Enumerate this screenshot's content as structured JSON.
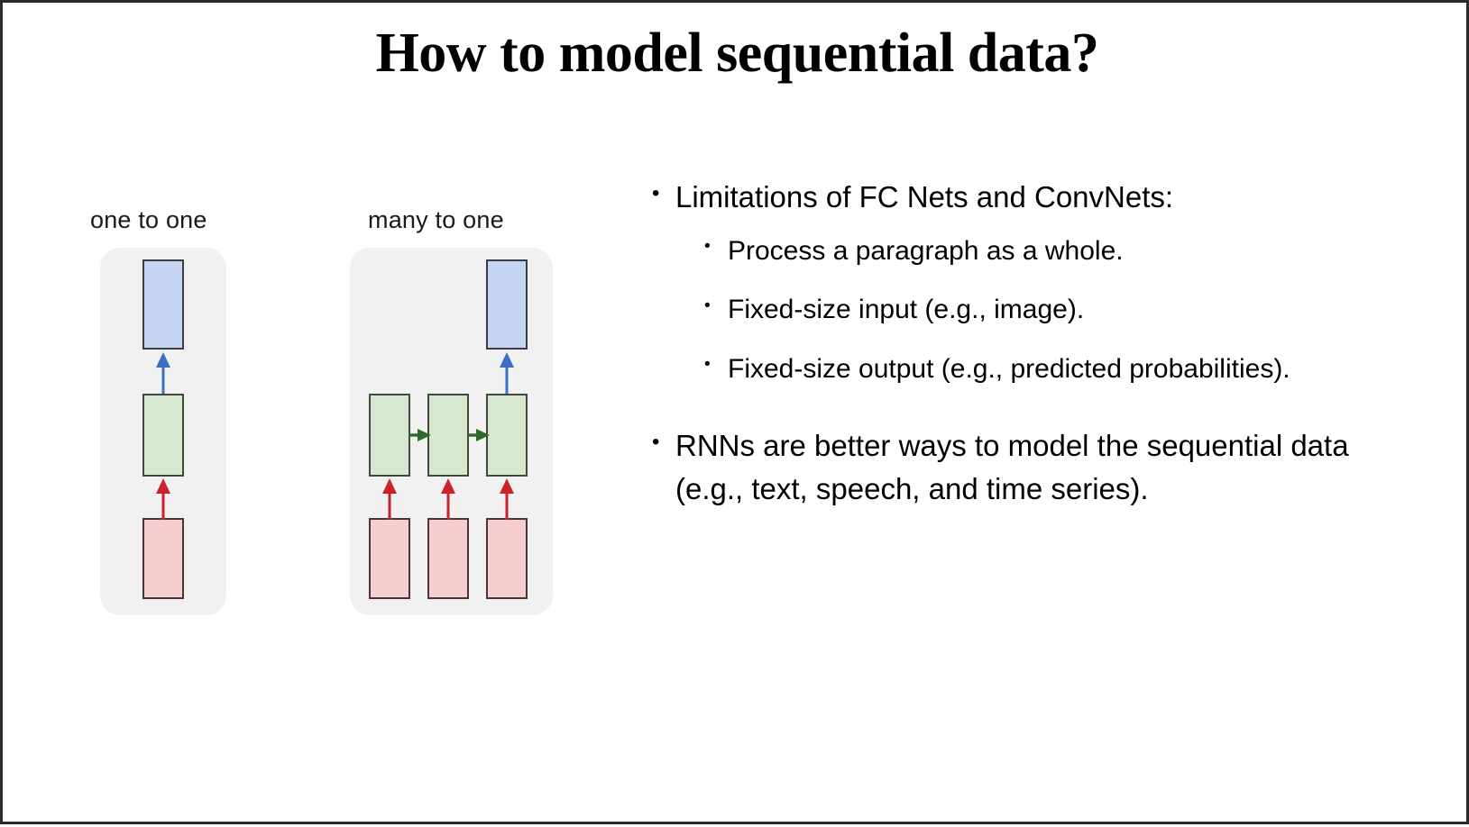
{
  "slide": {
    "title": "How to model sequential data?",
    "frame_color": "#2b2b2b",
    "background": "#ffffff"
  },
  "diagram": {
    "panels": [
      {
        "label": "one to one",
        "nodes": {
          "output": 1,
          "hidden": 1,
          "input": 1
        },
        "colors": {
          "output": "#c6d6f2",
          "hidden": "#d8e8d0",
          "input": "#f6ced0",
          "panel_bg": "#f1f1f1"
        },
        "arrows": {
          "input_to_hidden": "#cc2229",
          "hidden_to_output": "#3a6fc4",
          "recurrent": "none"
        }
      },
      {
        "label": "many to one",
        "nodes": {
          "output": 1,
          "hidden": 3,
          "input": 3
        },
        "colors": {
          "output": "#c6d6f2",
          "hidden": "#d8e8d0",
          "input": "#f6ced0",
          "panel_bg": "#f1f1f1"
        },
        "arrows": {
          "input_to_hidden": "#cc2229",
          "hidden_to_output": "#3a6fc4",
          "recurrent": "#2f6b2b"
        }
      }
    ]
  },
  "content": {
    "bullets": [
      {
        "text": "Limitations of FC Nets and ConvNets:",
        "children": [
          "Process a paragraph as a whole.",
          "Fixed-size input (e.g., image).",
          "Fixed-size output (e.g., predicted probabilities)."
        ]
      },
      {
        "text": "RNNs are better ways to model the sequential data (e.g., text, speech, and time series).",
        "children": []
      }
    ]
  }
}
